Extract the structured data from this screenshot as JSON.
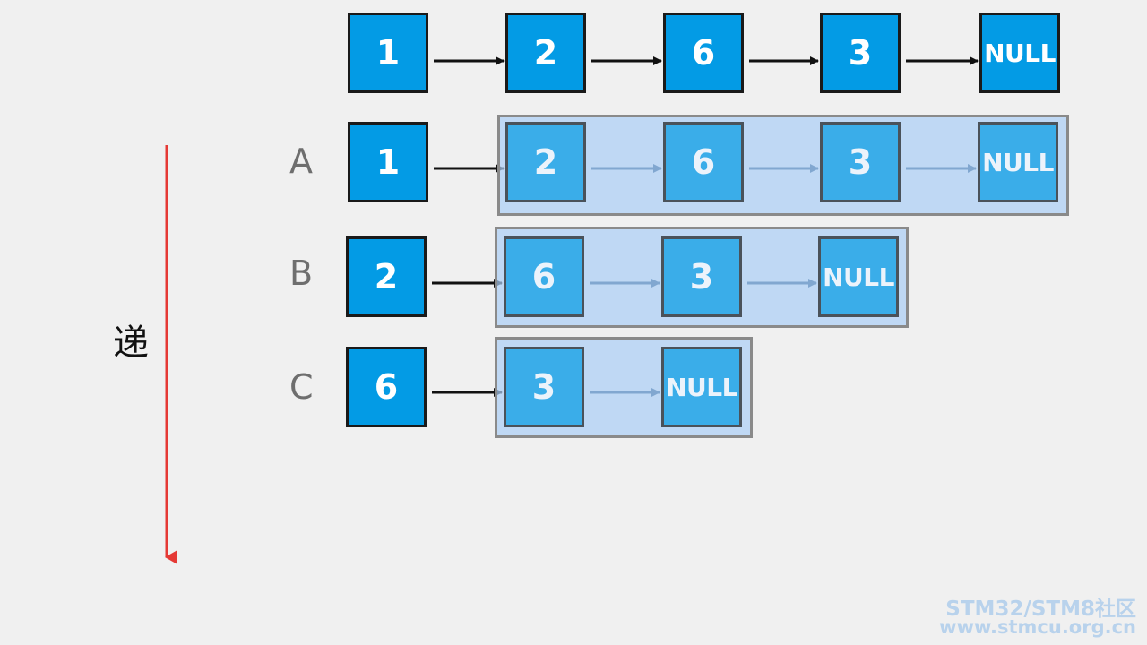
{
  "rows": [
    {
      "label": "",
      "nodes": [
        "1",
        "2",
        "6",
        "3",
        "NULL"
      ]
    },
    {
      "label": "A",
      "nodes": [
        "1",
        "2",
        "6",
        "3",
        "NULL"
      ]
    },
    {
      "label": "B",
      "nodes": [
        "2",
        "6",
        "3",
        "NULL"
      ]
    },
    {
      "label": "C",
      "nodes": [
        "6",
        "3",
        "NULL"
      ]
    }
  ],
  "recursion": {
    "label": "递",
    "arrow_color": "#e53935"
  },
  "watermark": {
    "line1": "STM32/STM8社区",
    "line2": "www.stmcu.org.cn"
  },
  "colors": {
    "node_fill": "#039be5",
    "node_border": "#1a1a1a",
    "overlay_fill": "#aacdf5",
    "arrow": "#111111",
    "arrow_dim": "#244e7a"
  }
}
